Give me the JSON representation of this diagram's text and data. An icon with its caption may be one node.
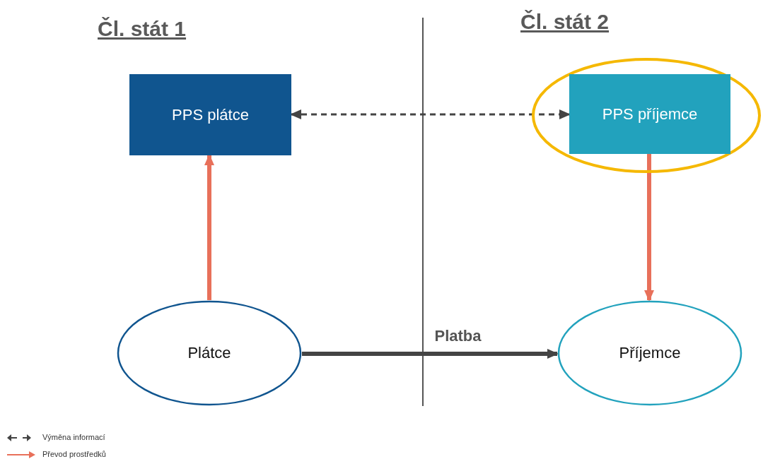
{
  "diagram": {
    "nodes": [
      {
        "text": [
          "PPS plátce"
        ]
      },
      {
        "text": [],
        "shape": "ellipse"
      },
      {
        "text": [
          "PPS příjemce"
        ],
        "in": 1
      },
      {
        "text": [
          "Plátce"
        ]
      },
      {
        "text": [
          "Příjemce"
        ]
      }
    ],
    "edges": [
      {
        "from": 0,
        "to": 2,
        "arrow": "both",
        "style": "dashed"
      },
      {
        "from": 3,
        "to": 0,
        "arrow": "to",
        "color": "#e8705a"
      },
      {
        "from": 2,
        "to": 4,
        "arrow": "to",
        "color": "#e8705a"
      },
      {
        "from": 3,
        "to": 4,
        "arrow": "to",
        "label": "Platba"
      }
    ],
    "labels": [
      "Čl. stát 1",
      "Čl. stát 2"
    ],
    "legend": [
      {
        "text": "Výměna informací"
      },
      {
        "text": "Převod prostředků"
      }
    ]
  }
}
